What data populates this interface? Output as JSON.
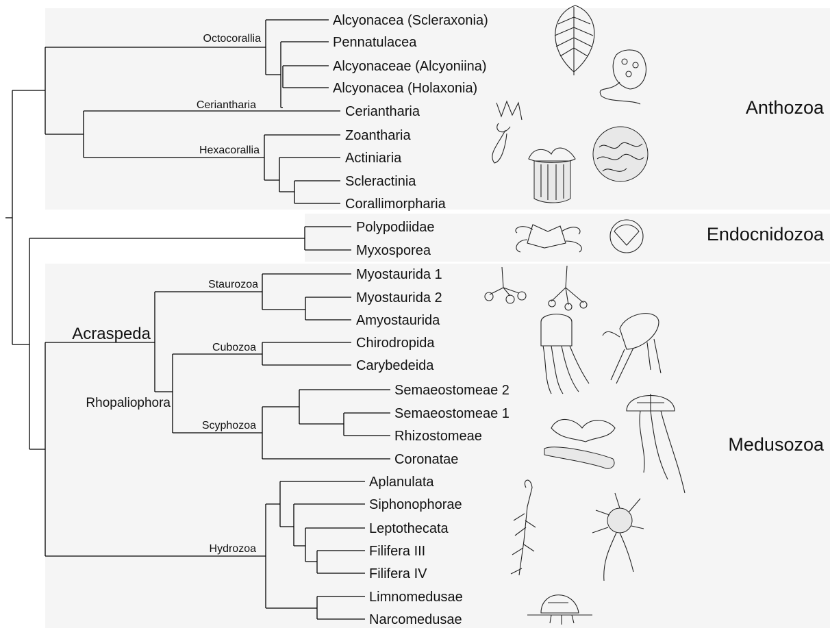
{
  "groups": {
    "anthozoa": "Anthozoa",
    "endocnidozoa": "Endocnidozoa",
    "medusozoa": "Medusozoa"
  },
  "clades": {
    "octocorallia": "Octocorallia",
    "ceriantharia": "Ceriantharia",
    "hexacorallia": "Hexacorallia",
    "staurozoa": "Staurozoa",
    "acraspeda": "Acraspeda",
    "cubozoa": "Cubozoa",
    "rhopaliophora": "Rhopaliophora",
    "scyphozoa": "Scyphozoa",
    "hydrozoa": "Hydrozoa"
  },
  "taxa": [
    "Alcyonacea (Scleraxonia)",
    "Pennatulacea",
    "Alcyonaceae (Alcyoniina)",
    "Alcyonacea (Holaxonia)",
    "Ceriantharia",
    "Zoantharia",
    "Actiniaria",
    "Scleractinia",
    "Corallimorpharia",
    "Polypodiidae",
    "Myxosporea",
    "Myostaurida 1",
    "Myostaurida 2",
    "Amyostaurida",
    "Chirodropida",
    "Carybedeida",
    "Semaeostomeae 2",
    "Semaeostomeae 1",
    "Rhizostomeae",
    "Coronatae",
    "Aplanulata",
    "Siphonophorae",
    "Leptothecata",
    "Filifera III",
    "Filifera IV",
    "Limnomedusae",
    "Narcomedusae"
  ],
  "colors": {
    "box_fill": "#f5f5f5",
    "line": "#000000"
  }
}
